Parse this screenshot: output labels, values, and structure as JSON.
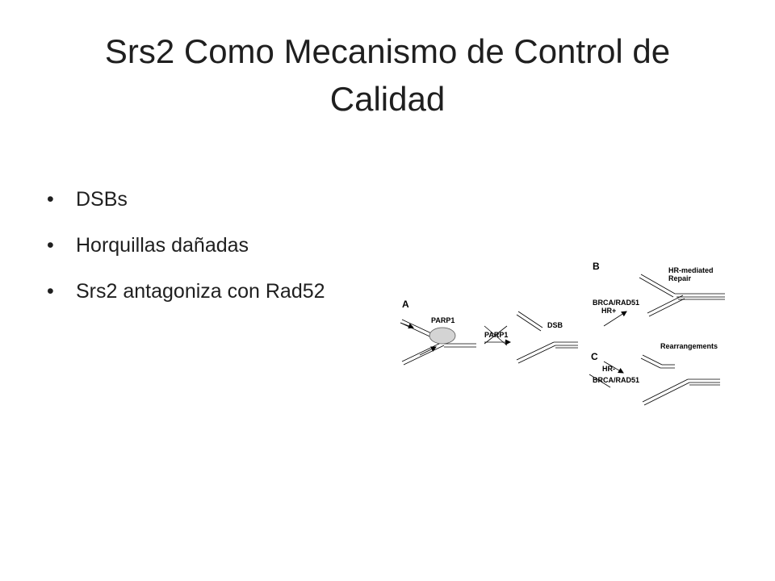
{
  "slide": {
    "title": "Srs2 Como Mecanismo de Control de Calidad",
    "bullets": [
      "DSBs",
      "Horquillas dañadas",
      "Srs2 antagoniza con Rad52"
    ]
  },
  "diagram": {
    "label_a": "A",
    "label_b": "B",
    "label_c": "C",
    "parp1": "PARP1",
    "parp1_crossed": "PARP1",
    "dsb": "DSB",
    "brca_hr_plus_1": "BRCA/RAD51",
    "brca_hr_plus_2": "HR+",
    "hr_minus": "HR-",
    "brca_crossed": "BRCA/RAD51",
    "hr_repair_1": "HR-mediated",
    "hr_repair_2": "Repair",
    "rearrangements": "Rearrangements"
  }
}
